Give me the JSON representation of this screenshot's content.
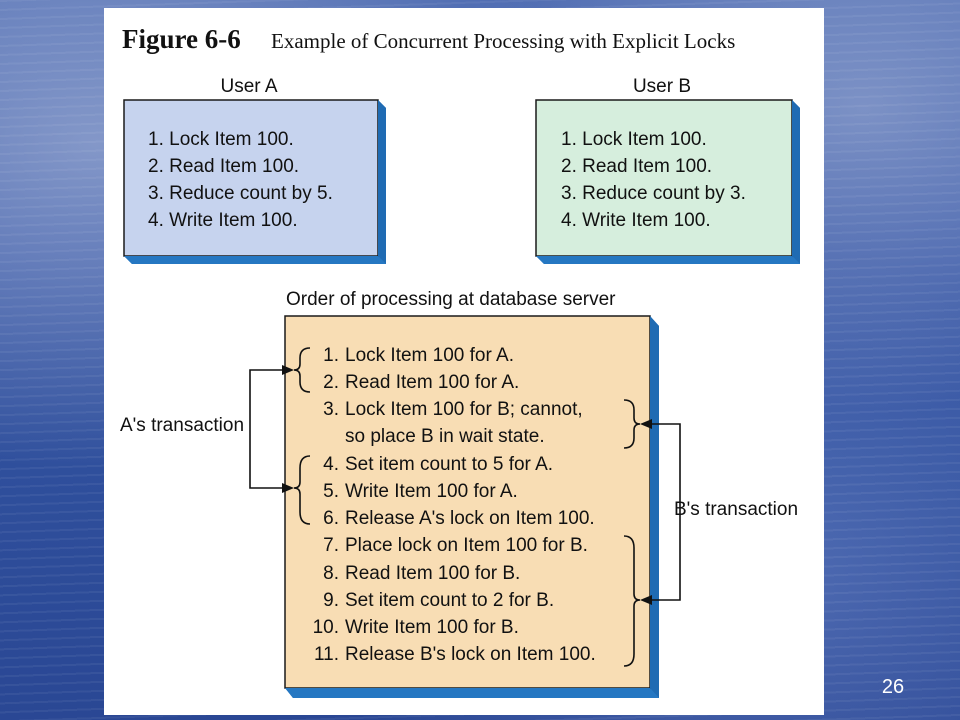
{
  "figure": {
    "number": "Figure 6-6",
    "caption": "Example of Concurrent Processing with Explicit Locks"
  },
  "user_a": {
    "label": "User A",
    "steps": [
      "1. Lock Item 100.",
      "2. Read Item 100.",
      "3. Reduce count by 5.",
      "4. Write Item 100."
    ]
  },
  "user_b": {
    "label": "User B",
    "steps": [
      "1. Lock Item 100.",
      "2. Read Item 100.",
      "3. Reduce count by 3.",
      "4. Write Item 100."
    ]
  },
  "server": {
    "label": "Order of processing at database server",
    "steps": [
      {
        "num": "1.",
        "text": "Lock Item 100 for A."
      },
      {
        "num": "2.",
        "text": "Read Item 100 for A."
      },
      {
        "num": "3.",
        "text": "Lock Item 100 for B; cannot,"
      },
      {
        "num": "",
        "text": "so place B in wait state."
      },
      {
        "num": "4.",
        "text": "Set item count to 5 for A."
      },
      {
        "num": "5.",
        "text": "Write Item 100 for A."
      },
      {
        "num": "6.",
        "text": "Release A's lock on Item 100."
      },
      {
        "num": "7.",
        "text": "Place lock on Item 100 for B."
      },
      {
        "num": "8.",
        "text": "Read Item 100 for B."
      },
      {
        "num": "9.",
        "text": "Set item count to 2 for B."
      },
      {
        "num": "10.",
        "text": "Write Item 100 for B."
      },
      {
        "num": "11.",
        "text": "Release B's lock on Item 100."
      }
    ]
  },
  "a_transaction_label": "A's transaction",
  "b_transaction_label": "B's transaction",
  "slide_number": "26",
  "colors": {
    "user_a_fill": "#c6d3ee",
    "user_b_fill": "#d6eedd",
    "server_fill": "#f8ddb4",
    "box_shadow": "#2c7fc9"
  }
}
